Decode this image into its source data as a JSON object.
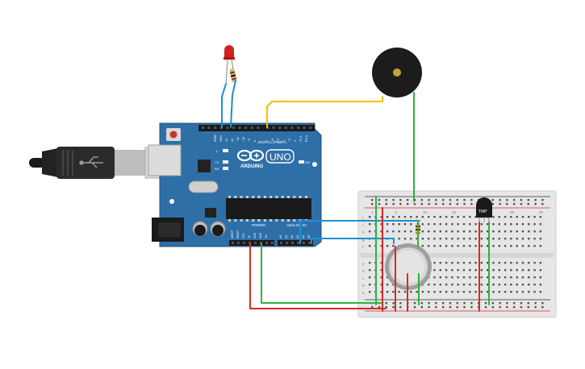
{
  "arduino": {
    "model_label": "UNO",
    "brand_label": "ARDUINO",
    "digital_label": "DIGITAL (PWM~)",
    "power_label": "POWER",
    "analog_label": "ANALOG IN",
    "aref_label": "AREF",
    "gnd_label": "GND",
    "led_l_label": "L",
    "led_tx_label": "TX",
    "led_rx_label": "RX",
    "on_label": "ON",
    "digital_pins": [
      "13",
      "12",
      "~11",
      "~10",
      "~9",
      "8",
      "7",
      "~6",
      "~5",
      "4",
      "~3",
      "2",
      "TX 1",
      "RX 0"
    ],
    "power_pins": [
      "IOREF",
      "RESET",
      "3.3V",
      "5V",
      "GND",
      "GND",
      "Vin"
    ],
    "analog_pins": [
      "A0",
      "A1",
      "A2",
      "A3",
      "A4",
      "A5"
    ]
  },
  "sensor": {
    "tmp_label": "TMP"
  },
  "breadboard": {
    "row_letters_top": [
      "j",
      "i",
      "h",
      "g",
      "f"
    ],
    "row_letters_bottom": [
      "e",
      "d",
      "c",
      "b",
      "a"
    ],
    "column_numbers": [
      "1",
      "5",
      "10",
      "15",
      "20",
      "25",
      "30"
    ]
  },
  "colors": {
    "board": "#2f6fa8",
    "board_dark": "#1f4f7c",
    "wire_yellow": "#f2c000",
    "wire_green": "#2db33a",
    "wire_red": "#d42b2b",
    "wire_blue": "#1e8fd0",
    "breadboard": "#e8e8e8"
  }
}
